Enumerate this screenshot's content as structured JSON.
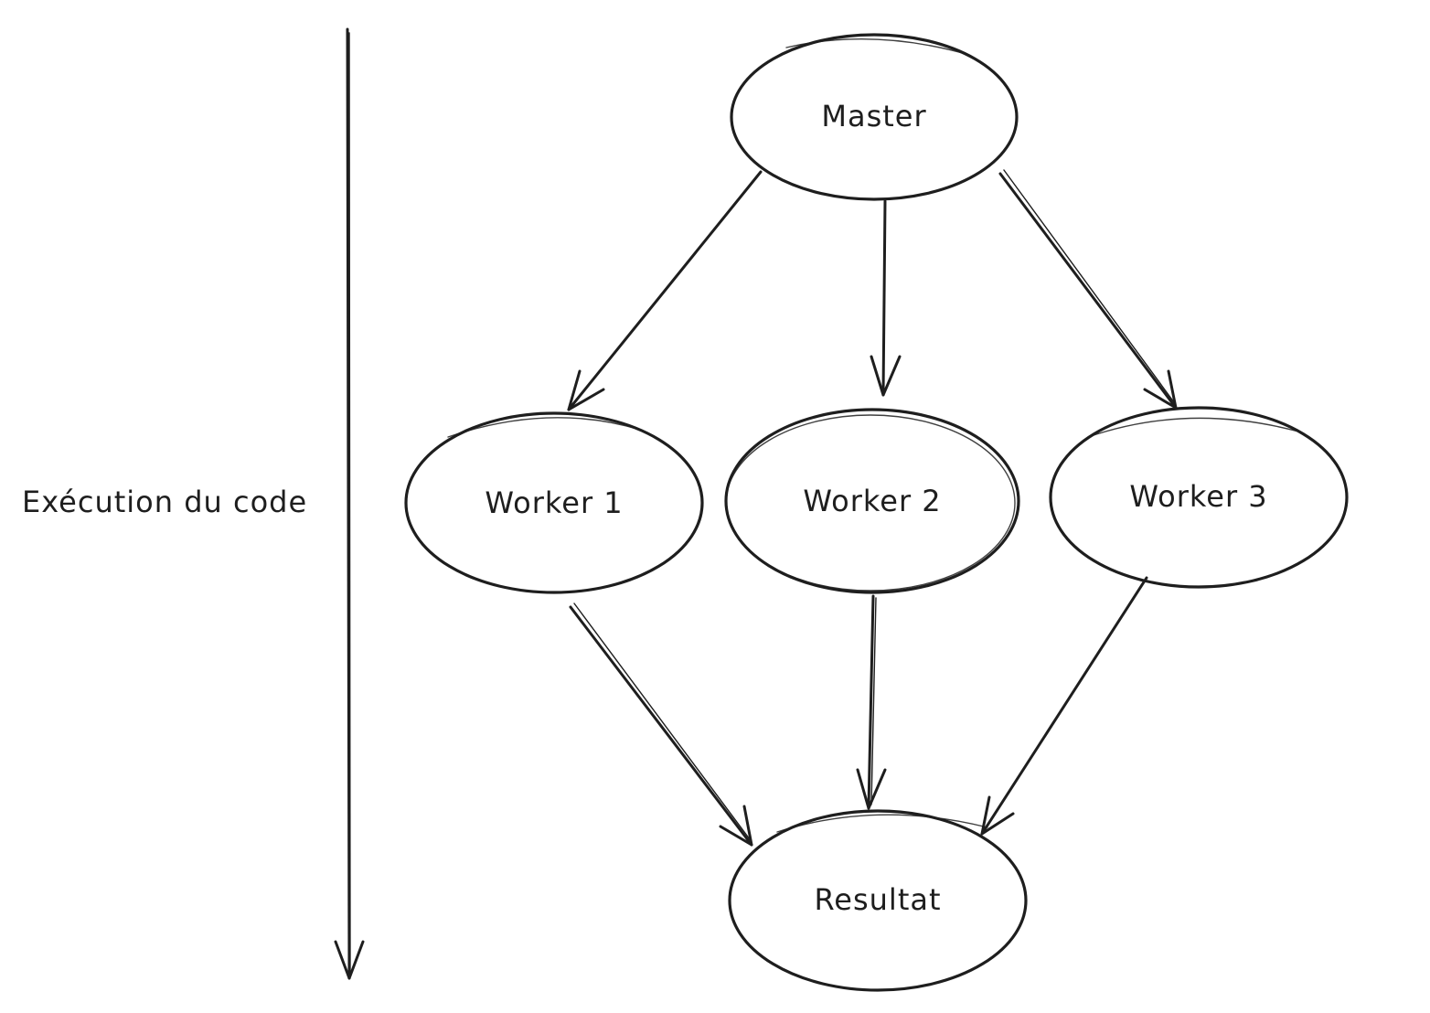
{
  "diagram": {
    "stroke_color": "#1e1e1e",
    "background_color": "#ffffff",
    "timeline_label": "Exécution du code",
    "nodes": {
      "master": "Master",
      "worker1": "Worker 1",
      "worker2": "Worker 2",
      "worker3": "Worker 3",
      "result": "Resultat"
    },
    "edges": [
      {
        "from": "Master",
        "to": "Worker 1"
      },
      {
        "from": "Master",
        "to": "Worker 2"
      },
      {
        "from": "Master",
        "to": "Worker 3"
      },
      {
        "from": "Worker 1",
        "to": "Resultat"
      },
      {
        "from": "Worker 2",
        "to": "Resultat"
      },
      {
        "from": "Worker 3",
        "to": "Resultat"
      }
    ]
  }
}
